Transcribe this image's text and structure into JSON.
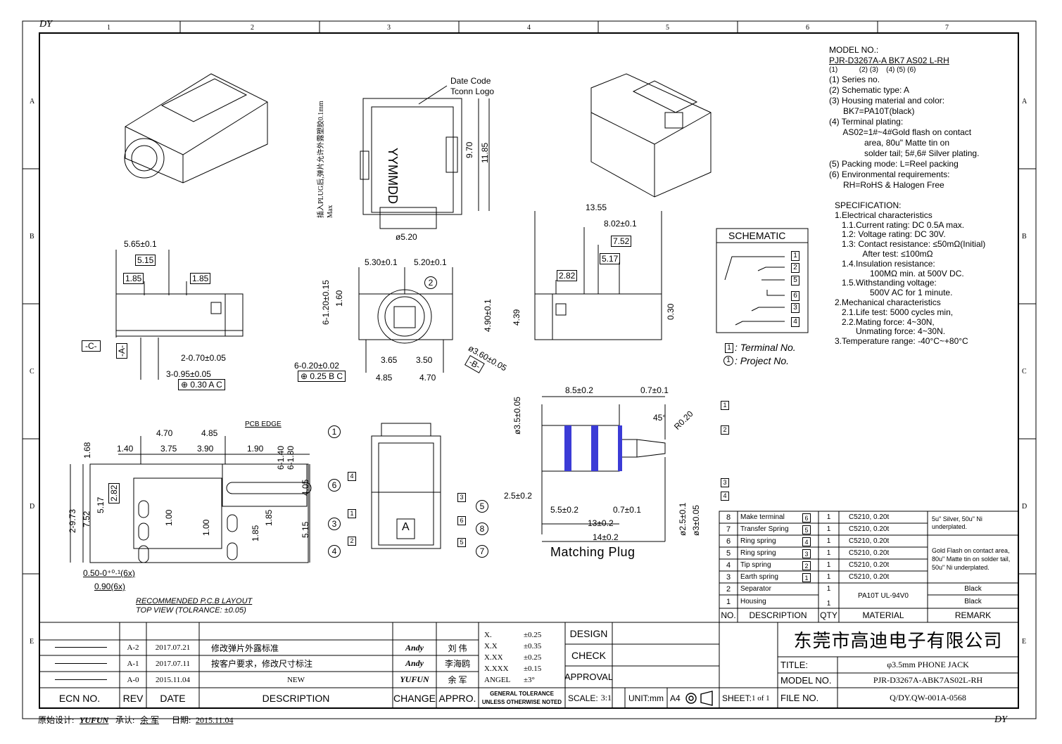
{
  "corner": {
    "tl": "DY",
    "br": "DY"
  },
  "zones_top": [
    "1",
    "2",
    "3",
    "4",
    "5",
    "6",
    "7"
  ],
  "zones_side": [
    "A",
    "B",
    "C",
    "D",
    "E"
  ],
  "model_block": {
    "heading": "MODEL NO.:",
    "code": "PJR-D3267A-A BK7 AS02 L-RH",
    "code_idx": "(1)           (2) (3)    (4) (5) (6)",
    "lines": [
      "(1) Series no.",
      "(2) Schematic type: A",
      "(3) Housing material and color:",
      "      BK7=PA10T(black)",
      "(4) Terminal plating:",
      "      AS02=1#~4#Gold flash on contact",
      "               area, 80u\" Matte tin on",
      "               solder tail; 5#,6# Silver plating.",
      "(5) Packing mode: L=Reel packing",
      "(6) Environmental requirements:",
      "      RH=RoHS & Halogen Free"
    ]
  },
  "spec_block": {
    "heading": "SPECIFICATION:",
    "lines": [
      "1.Electrical characteristics",
      "   1.1.Current rating: DC 0.5A max.",
      "   1.2: Voltage rating: DC 30V.",
      "   1.3: Contact resistance: ≤50mΩ(Initial)",
      "            After test: ≤100mΩ",
      "   1.4.Insulation resistance:",
      "               100MΩ min. at 500V DC.",
      "   1.5.Withstanding voltage:",
      "               500V AC for 1 minute.",
      "2.Mechanical characteristics",
      "   2.1.Life test: 5000 cycles min,",
      "   2.2.Mating force: 4~30N,",
      "         Unmating force: 4~30N.",
      "3.Temperature range: -40°C~+80°C"
    ]
  },
  "schematic": {
    "title": "SCHEMATIC",
    "pins": [
      "1",
      "2",
      "5",
      "6",
      "3",
      "4"
    ],
    "legend_terminal": ": Terminal No.",
    "legend_project": ": Project No.",
    "legend_sym_t": "1",
    "legend_sym_p": "1"
  },
  "dims": {
    "date_code": "Date Code",
    "tconn_logo": "Tconn Logo",
    "yymmdd": "YYMMDD",
    "cn_note": "插入PLUG后,弹片允许外露塑胶0.1mm Max",
    "d970": "9.70",
    "d1185": "11.85",
    "d520": "ø5.20",
    "d565": "5.65±0.1",
    "d515": "5.15",
    "d185a": "1.85",
    "d185b": "1.85",
    "dC": "-C-",
    "dA": "-A-",
    "d270": "2-0.70±0.05",
    "d395": "3-0.95±0.05",
    "dtol1": "⊕ 0.30 A C",
    "d530": "5.30±0.1",
    "d520b": "5.20±0.1",
    "d612": "6-1.20±0.15",
    "d160": "1.60",
    "d490": "4.90±0.1",
    "d360": "ø3.60±0.05",
    "dB": "-B-",
    "d365": "3.65",
    "d350": "3.50",
    "d620": "6-0.20±0.02",
    "dtol2": "⊕ 0.25 B C",
    "d485": "4.85",
    "d470": "4.70",
    "d1355": "13.55",
    "d802": "8.02±0.1",
    "d752": "7.52",
    "d517": "5.17",
    "d282": "2.82",
    "d439": "4.39",
    "d030": "0.30",
    "pcb_edge": "PCB EDGE",
    "p470": "4.70",
    "p485": "4.85",
    "p140": "1.40",
    "p375": "3.75",
    "p390": "3.90",
    "p190": "1.90",
    "p168": "1.68",
    "p614": "6-1.40",
    "p618": "6-1.80",
    "p405": "4.05",
    "p973": "2-9.73",
    "p752": "7.52",
    "p517": "5.17",
    "p282": "2.82",
    "p100a": "1.00",
    "p100b": "1.00",
    "p185a": "1.85",
    "p185b": "1.85",
    "p515": "5.15",
    "p050": "0.50-0⁺⁰·¹(6x)",
    "p090": "0.90(6x)",
    "pcb_title": "RECOMMENDED P.C.B LAYOUT",
    "pcb_sub": "TOP VIEW (TOLRANCE: ±0.05)",
    "m85": "8.5±0.2",
    "m07a": "0.7±0.1",
    "m35": "ø3.5±0.05",
    "m45": "45°",
    "mr": "R0.20",
    "m25": "2.5±0.2",
    "m55": "5.5±0.2",
    "m07b": "0.7±0.1",
    "m13": "13±0.2",
    "m14": "14±0.2",
    "m25b": "ø2.5±0.1",
    "m3": "ø3±0.05",
    "matching_plug": "Matching Plug",
    "plug_pins": [
      "1",
      "2",
      "3",
      "4"
    ],
    "side_proj": [
      "1",
      "2",
      "3",
      "4",
      "5",
      "6",
      "7",
      "8"
    ],
    "side_term": [
      "4",
      "1",
      "2",
      "3",
      "6",
      "5"
    ],
    "logo_letter": "A"
  },
  "bom": {
    "headers": [
      "NO.",
      "DESCRIPTION",
      "QTY",
      "MATERIAL",
      "REMARK"
    ],
    "rows": [
      {
        "no": "8",
        "desc": "Make terminal",
        "t": "6",
        "qty": "1",
        "mat": "C5210, 0.20t"
      },
      {
        "no": "7",
        "desc": "Transfer Spring",
        "t": "5",
        "qty": "1",
        "mat": "C5210, 0.20t"
      },
      {
        "no": "6",
        "desc": "Ring spring",
        "t": "4",
        "qty": "1",
        "mat": "C5210, 0.20t"
      },
      {
        "no": "5",
        "desc": "Ring spring",
        "t": "3",
        "qty": "1",
        "mat": "C5210, 0.20t"
      },
      {
        "no": "4",
        "desc": "Tip spring",
        "t": "2",
        "qty": "1",
        "mat": "C5210, 0.20t"
      },
      {
        "no": "3",
        "desc": "Earth spring",
        "t": "1",
        "qty": "1",
        "mat": "C5210, 0.20t"
      },
      {
        "no": "2",
        "desc": "Separator",
        "t": "",
        "qty": "1",
        "mat": ""
      },
      {
        "no": "1",
        "desc": "Housing",
        "t": "",
        "qty": "1",
        "mat": ""
      }
    ],
    "mat_housing": "PA10T UL-94V0",
    "remark_silver": "5u\" Silver, 50u\" Ni underplated.",
    "remark_gold": "Gold Flash on contact area, 80u\" Matte tin on solder tail, 50u\" Ni underplated.",
    "remark_black1": "Black",
    "remark_black2": "Black"
  },
  "title_block": {
    "revs": [
      {
        "rev": "A-2",
        "date": "2017.07.21",
        "desc": "修改弹片外露标准",
        "chg": "Andy",
        "app": "刘 伟"
      },
      {
        "rev": "A-1",
        "date": "2017.07.11",
        "desc": "按客户要求，修改尺寸标注",
        "chg": "Andy",
        "app": "李海鸥"
      },
      {
        "rev": "A-0",
        "date": "2015.11.04",
        "desc": "NEW",
        "chg": "YUFUN",
        "app": "余 军"
      }
    ],
    "hdr_ecn": "ECN NO.",
    "hdr_rev": "REV",
    "hdr_date": "DATE",
    "hdr_desc": "DESCRIPTION",
    "hdr_chg": "CHANGE",
    "hdr_app": "APPRO.",
    "tol": [
      {
        "k": "X.",
        "v": "±0.25"
      },
      {
        "k": "X.X",
        "v": "±0.35"
      },
      {
        "k": "X.XX",
        "v": "±0.25"
      },
      {
        "k": "X.XXX",
        "v": "±0.15"
      },
      {
        "k": "ANGEL",
        "v": "±3°"
      }
    ],
    "general_tol1": "GENERAL TOLERANCE",
    "general_tol2": "UNLESS OTHERWISE NOTED",
    "design": "DESIGN",
    "check": "CHECK",
    "approval": "APPROVAL",
    "scale_lbl": "SCALE:",
    "scale": "3:1",
    "unit": "UNIT:mm",
    "paper": "A4",
    "sheet_lbl": "SHEET:",
    "sheet": "1 of 1",
    "company": "东莞市高迪电子有限公司",
    "title_lbl": "TITLE:",
    "title": "φ3.5mm PHONE JACK",
    "model_lbl": "MODEL NO.",
    "model": "PJR-D3267A-ABK7AS02L-RH",
    "file_lbl": "FILE NO.",
    "file": "Q/DY.QW-001A-0568"
  },
  "footer": {
    "designer_lbl": "原始设计:",
    "designer": "YUFUN",
    "approver_lbl": "承认:",
    "approver": "余 军",
    "date_lbl": "日期:",
    "date": "2015.11.04"
  },
  "colors": {
    "line": "#000000",
    "plug_band": "#3b3bd6"
  }
}
